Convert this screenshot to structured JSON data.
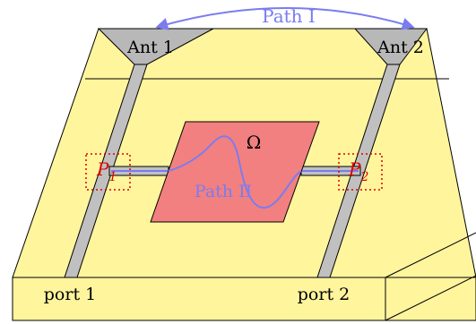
{
  "diagram": {
    "labels": {
      "ant1": "Ant 1",
      "ant2": "Ant 2",
      "path1": "Path I",
      "path2": "Path II",
      "omega": "Ω",
      "p1_main": "P",
      "p1_sub": "1",
      "p2_main": "P",
      "p2_sub": "2",
      "port1": "port 1",
      "port2": "port 2"
    },
    "colors": {
      "board": "#fff59d",
      "board_edge": "#000000",
      "trace": "#c0c0c0",
      "region": "#f28080",
      "path": "#7a7cf0",
      "probe": "#e00000",
      "text": "#000000"
    }
  }
}
